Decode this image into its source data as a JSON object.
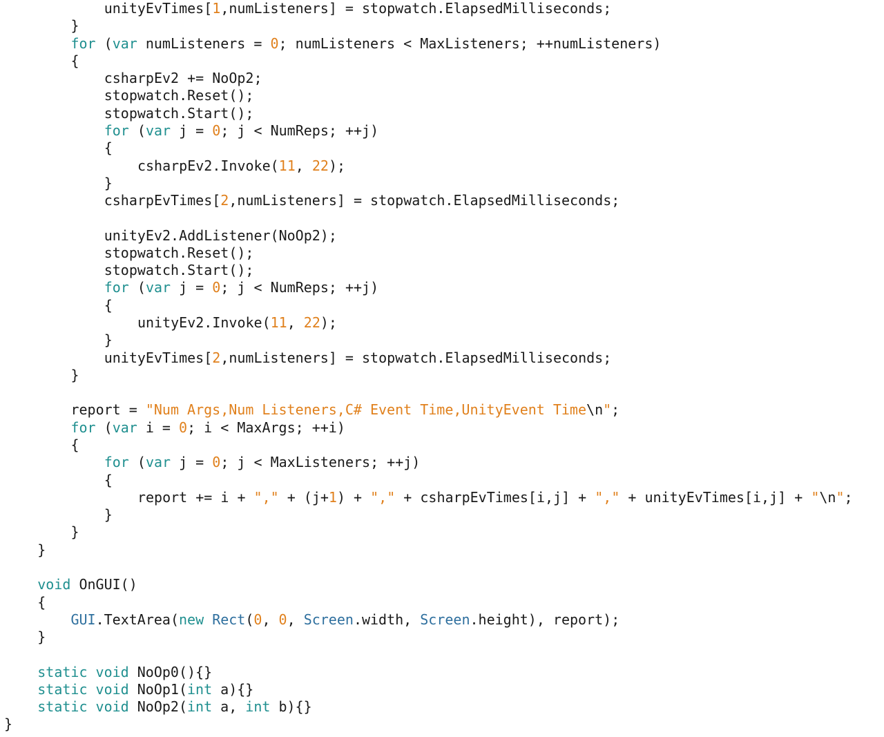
{
  "editor": {
    "colors": {
      "background": "#ffffff",
      "plain": "#1a1a1a",
      "keyword": "#1f8f8f",
      "type": "#2e6f9e",
      "number": "#e0801c",
      "string": "#e0801c",
      "escape": "#1a1a1a"
    },
    "lines": [
      {
        "indent": 12,
        "tokens": [
          [
            "plain",
            "unityEvTimes["
          ],
          [
            "number",
            "1"
          ],
          [
            "plain",
            ",numListeners] = stopwatch.ElapsedMilliseconds;"
          ]
        ]
      },
      {
        "indent": 8,
        "tokens": [
          [
            "plain",
            "}"
          ]
        ]
      },
      {
        "indent": 8,
        "tokens": [
          [
            "keyword",
            "for"
          ],
          [
            "plain",
            " ("
          ],
          [
            "keyword",
            "var"
          ],
          [
            "plain",
            " numListeners = "
          ],
          [
            "number",
            "0"
          ],
          [
            "plain",
            "; numListeners < MaxListeners; ++numListeners)"
          ]
        ]
      },
      {
        "indent": 8,
        "tokens": [
          [
            "plain",
            "{"
          ]
        ]
      },
      {
        "indent": 12,
        "tokens": [
          [
            "plain",
            "csharpEv2 += NoOp2;"
          ]
        ]
      },
      {
        "indent": 12,
        "tokens": [
          [
            "plain",
            "stopwatch.Reset();"
          ]
        ]
      },
      {
        "indent": 12,
        "tokens": [
          [
            "plain",
            "stopwatch.Start();"
          ]
        ]
      },
      {
        "indent": 12,
        "tokens": [
          [
            "keyword",
            "for"
          ],
          [
            "plain",
            " ("
          ],
          [
            "keyword",
            "var"
          ],
          [
            "plain",
            " j = "
          ],
          [
            "number",
            "0"
          ],
          [
            "plain",
            "; j < NumReps; ++j)"
          ]
        ]
      },
      {
        "indent": 12,
        "tokens": [
          [
            "plain",
            "{"
          ]
        ]
      },
      {
        "indent": 16,
        "tokens": [
          [
            "plain",
            "csharpEv2.Invoke("
          ],
          [
            "number",
            "11"
          ],
          [
            "plain",
            ", "
          ],
          [
            "number",
            "22"
          ],
          [
            "plain",
            ");"
          ]
        ]
      },
      {
        "indent": 12,
        "tokens": [
          [
            "plain",
            "}"
          ]
        ]
      },
      {
        "indent": 12,
        "tokens": [
          [
            "plain",
            "csharpEvTimes["
          ],
          [
            "number",
            "2"
          ],
          [
            "plain",
            ",numListeners] = stopwatch.ElapsedMilliseconds;"
          ]
        ]
      },
      {
        "indent": 0,
        "tokens": []
      },
      {
        "indent": 12,
        "tokens": [
          [
            "plain",
            "unityEv2.AddListener(NoOp2);"
          ]
        ]
      },
      {
        "indent": 12,
        "tokens": [
          [
            "plain",
            "stopwatch.Reset();"
          ]
        ]
      },
      {
        "indent": 12,
        "tokens": [
          [
            "plain",
            "stopwatch.Start();"
          ]
        ]
      },
      {
        "indent": 12,
        "tokens": [
          [
            "keyword",
            "for"
          ],
          [
            "plain",
            " ("
          ],
          [
            "keyword",
            "var"
          ],
          [
            "plain",
            " j = "
          ],
          [
            "number",
            "0"
          ],
          [
            "plain",
            "; j < NumReps; ++j)"
          ]
        ]
      },
      {
        "indent": 12,
        "tokens": [
          [
            "plain",
            "{"
          ]
        ]
      },
      {
        "indent": 16,
        "tokens": [
          [
            "plain",
            "unityEv2.Invoke("
          ],
          [
            "number",
            "11"
          ],
          [
            "plain",
            ", "
          ],
          [
            "number",
            "22"
          ],
          [
            "plain",
            ");"
          ]
        ]
      },
      {
        "indent": 12,
        "tokens": [
          [
            "plain",
            "}"
          ]
        ]
      },
      {
        "indent": 12,
        "tokens": [
          [
            "plain",
            "unityEvTimes["
          ],
          [
            "number",
            "2"
          ],
          [
            "plain",
            ",numListeners] = stopwatch.ElapsedMilliseconds;"
          ]
        ]
      },
      {
        "indent": 8,
        "tokens": [
          [
            "plain",
            "}"
          ]
        ]
      },
      {
        "indent": 0,
        "tokens": []
      },
      {
        "indent": 8,
        "tokens": [
          [
            "plain",
            "report = "
          ],
          [
            "string",
            "\"Num Args,Num Listeners,C# Event Time,UnityEvent Time"
          ],
          [
            "escape",
            "\\n"
          ],
          [
            "string",
            "\""
          ],
          [
            "plain",
            ";"
          ]
        ]
      },
      {
        "indent": 8,
        "tokens": [
          [
            "keyword",
            "for"
          ],
          [
            "plain",
            " ("
          ],
          [
            "keyword",
            "var"
          ],
          [
            "plain",
            " i = "
          ],
          [
            "number",
            "0"
          ],
          [
            "plain",
            "; i < MaxArgs; ++i)"
          ]
        ]
      },
      {
        "indent": 8,
        "tokens": [
          [
            "plain",
            "{"
          ]
        ]
      },
      {
        "indent": 12,
        "tokens": [
          [
            "keyword",
            "for"
          ],
          [
            "plain",
            " ("
          ],
          [
            "keyword",
            "var"
          ],
          [
            "plain",
            " j = "
          ],
          [
            "number",
            "0"
          ],
          [
            "plain",
            "; j < MaxListeners; ++j)"
          ]
        ]
      },
      {
        "indent": 12,
        "tokens": [
          [
            "plain",
            "{"
          ]
        ]
      },
      {
        "indent": 16,
        "tokens": [
          [
            "plain",
            "report += i + "
          ],
          [
            "string",
            "\",\""
          ],
          [
            "plain",
            " + (j+"
          ],
          [
            "number",
            "1"
          ],
          [
            "plain",
            ") + "
          ],
          [
            "string",
            "\",\""
          ],
          [
            "plain",
            " + csharpEvTimes[i,j] + "
          ],
          [
            "string",
            "\",\""
          ],
          [
            "plain",
            " + unityEvTimes[i,j] + "
          ],
          [
            "string",
            "\""
          ],
          [
            "escape",
            "\\n"
          ],
          [
            "string",
            "\""
          ],
          [
            "plain",
            ";"
          ]
        ]
      },
      {
        "indent": 12,
        "tokens": [
          [
            "plain",
            "}"
          ]
        ]
      },
      {
        "indent": 8,
        "tokens": [
          [
            "plain",
            "}"
          ]
        ]
      },
      {
        "indent": 4,
        "tokens": [
          [
            "plain",
            "}"
          ]
        ]
      },
      {
        "indent": 0,
        "tokens": []
      },
      {
        "indent": 4,
        "tokens": [
          [
            "keyword",
            "void"
          ],
          [
            "plain",
            " OnGUI()"
          ]
        ]
      },
      {
        "indent": 4,
        "tokens": [
          [
            "plain",
            "{"
          ]
        ]
      },
      {
        "indent": 8,
        "tokens": [
          [
            "type",
            "GUI"
          ],
          [
            "plain",
            ".TextArea("
          ],
          [
            "keyword",
            "new"
          ],
          [
            "plain",
            " "
          ],
          [
            "type",
            "Rect"
          ],
          [
            "plain",
            "("
          ],
          [
            "number",
            "0"
          ],
          [
            "plain",
            ", "
          ],
          [
            "number",
            "0"
          ],
          [
            "plain",
            ", "
          ],
          [
            "type",
            "Screen"
          ],
          [
            "plain",
            ".width, "
          ],
          [
            "type",
            "Screen"
          ],
          [
            "plain",
            ".height), report);"
          ]
        ]
      },
      {
        "indent": 4,
        "tokens": [
          [
            "plain",
            "}"
          ]
        ]
      },
      {
        "indent": 0,
        "tokens": []
      },
      {
        "indent": 4,
        "tokens": [
          [
            "keyword",
            "static"
          ],
          [
            "plain",
            " "
          ],
          [
            "keyword",
            "void"
          ],
          [
            "plain",
            " NoOp0(){}"
          ]
        ]
      },
      {
        "indent": 4,
        "tokens": [
          [
            "keyword",
            "static"
          ],
          [
            "plain",
            " "
          ],
          [
            "keyword",
            "void"
          ],
          [
            "plain",
            " NoOp1("
          ],
          [
            "keyword",
            "int"
          ],
          [
            "plain",
            " a){}"
          ]
        ]
      },
      {
        "indent": 4,
        "tokens": [
          [
            "keyword",
            "static"
          ],
          [
            "plain",
            " "
          ],
          [
            "keyword",
            "void"
          ],
          [
            "plain",
            " NoOp2("
          ],
          [
            "keyword",
            "int"
          ],
          [
            "plain",
            " a, "
          ],
          [
            "keyword",
            "int"
          ],
          [
            "plain",
            " b){}"
          ]
        ]
      },
      {
        "indent": 0,
        "tokens": [
          [
            "plain",
            "}"
          ]
        ]
      }
    ]
  }
}
